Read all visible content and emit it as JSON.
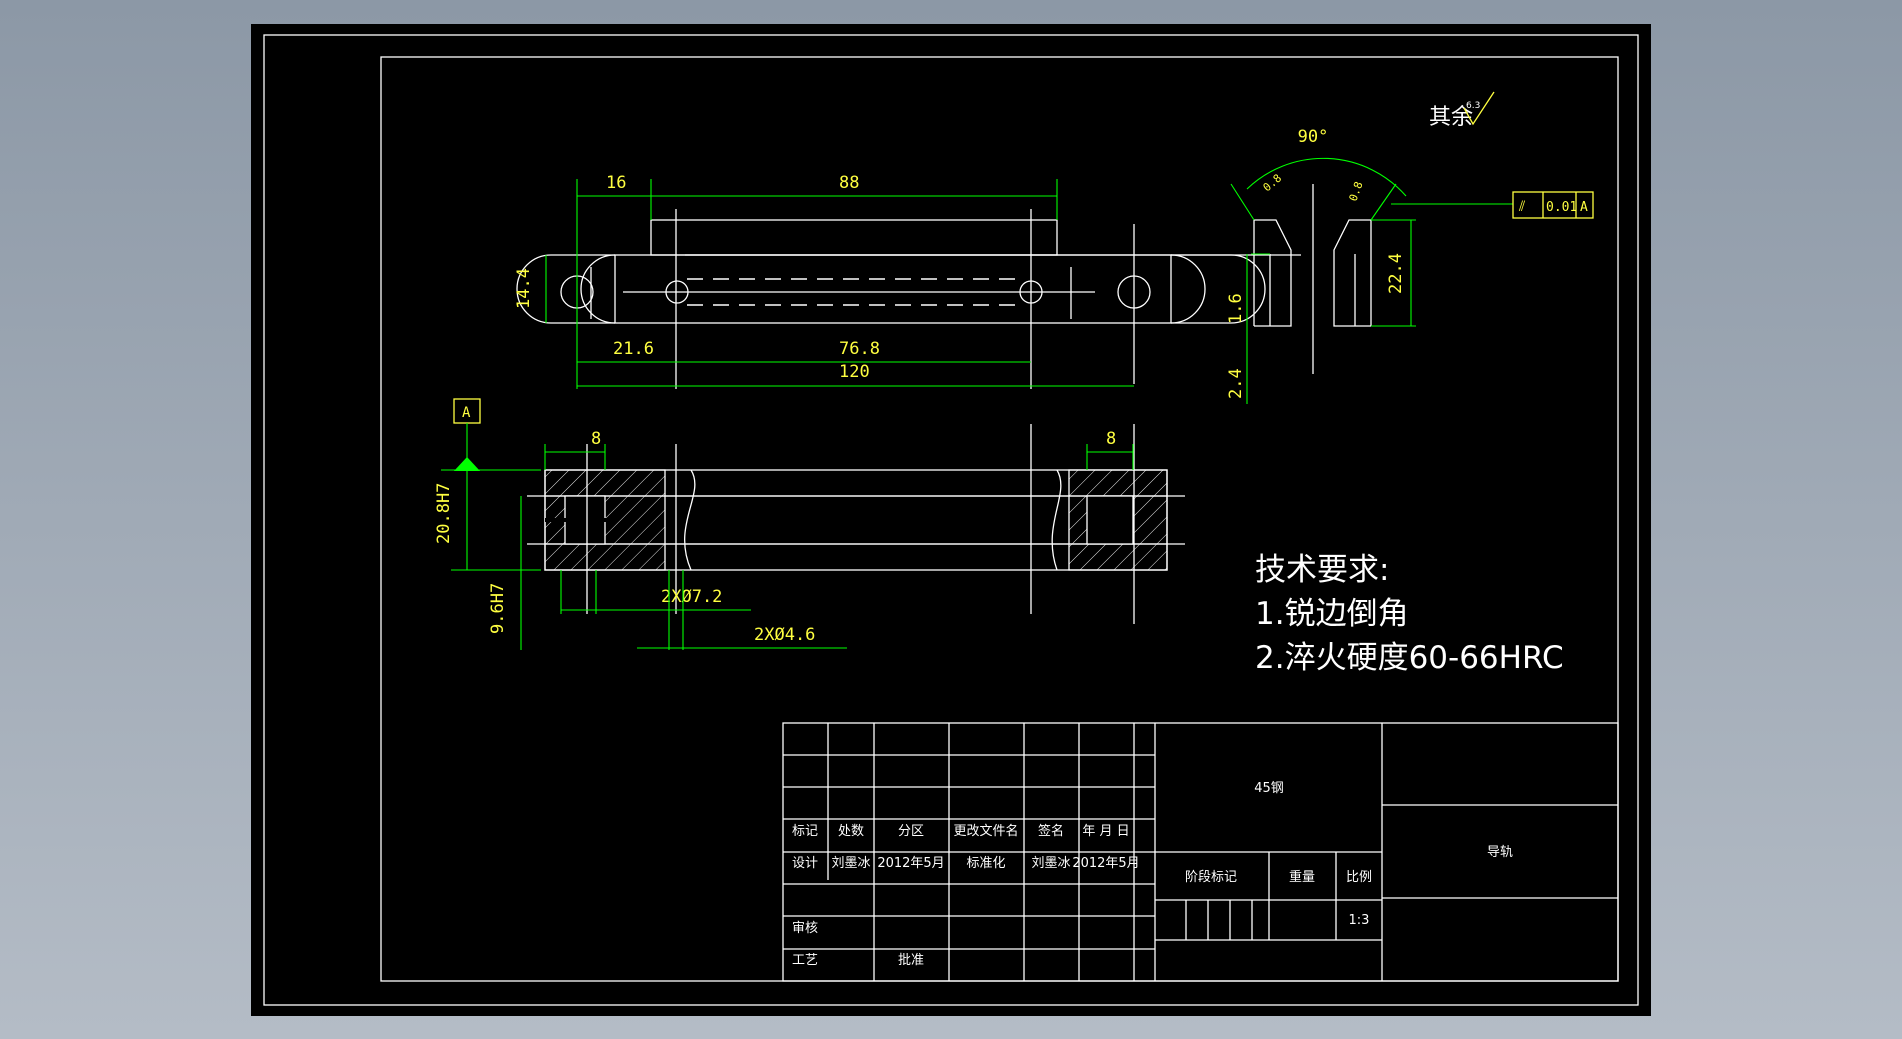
{
  "drawing": {
    "technical_requirements": {
      "heading": "技术要求:",
      "items": [
        "1.锐边倒角",
        "2.淬火硬度60-66HRC"
      ]
    },
    "surface_finish_note": {
      "label": "其余",
      "value": "6.3"
    },
    "datum_label": "A",
    "geometric_tolerance": {
      "symbol": "⫽",
      "value": "0.01",
      "datum": "A"
    },
    "dimensions": {
      "top_16": "16",
      "top_88": "88",
      "height_14_4": "14.4",
      "d_21_6": "21.6",
      "d_76_8": "76.8",
      "d_120": "120",
      "front_8_left": "8",
      "front_8_right": "8",
      "d_20_8h7": "20.8H7",
      "d_9_6h7": "9.6H7",
      "hole_7_2": "2XØ7.2",
      "hole_4_6": "2XØ4.6",
      "angle_90": "90°",
      "side_0_8_a": "0.8",
      "side_0_8_b": "0.8",
      "side_22_4": "22.4",
      "side_1_6": "1.6",
      "side_2_4": "2.4"
    }
  },
  "title_block": {
    "material": "45钢",
    "part_name": "导轨",
    "header_row": [
      "标记",
      "处数",
      "分区",
      "更改文件名",
      "签名",
      "年 月 日"
    ],
    "design_row": [
      "设计",
      "刘墨冰",
      "2012年5月",
      "标准化",
      "刘墨冰",
      "2012年5月"
    ],
    "review_label": "审核",
    "process_label": "工艺",
    "approve_label": "批准",
    "stage_mark_label": "阶段标记",
    "weight_label": "重量",
    "scale_label": "比例",
    "scale_value": "1:3"
  },
  "colors": {
    "background": "#8c98a6",
    "sheet": "#000000",
    "outline": "#ffffff",
    "dimension_line": "#00ff00",
    "dimension_text": "#ffff40"
  }
}
